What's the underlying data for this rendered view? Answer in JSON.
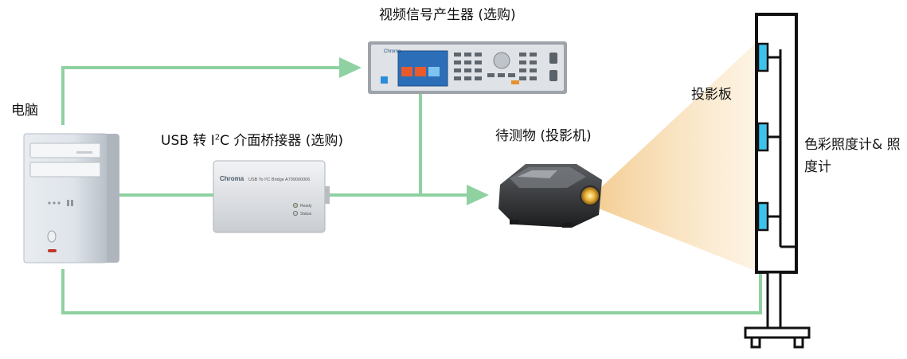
{
  "labels": {
    "pc": "电脑",
    "generator": "视频信号产生器 (选购)",
    "bridge_prefix": "USB 转 I",
    "bridge_sup": "2",
    "bridge_suffix": "C 介面桥接器 (选购)",
    "dut": "待测物 (投影机)",
    "screen": "投影板",
    "meter": "色彩照度计& 照度计"
  },
  "device_text": {
    "bridge_brand": "Chroma",
    "bridge_model": "USB To I²C Bridge  A799000006",
    "bridge_led1": "Ready",
    "bridge_led2": "Status",
    "generator_brand": "Chroma"
  },
  "colors": {
    "connection": "#8fd1a1",
    "screen_frame": "#111111",
    "sensor": "#3cc3ec",
    "beam": "#f6d7a3"
  }
}
